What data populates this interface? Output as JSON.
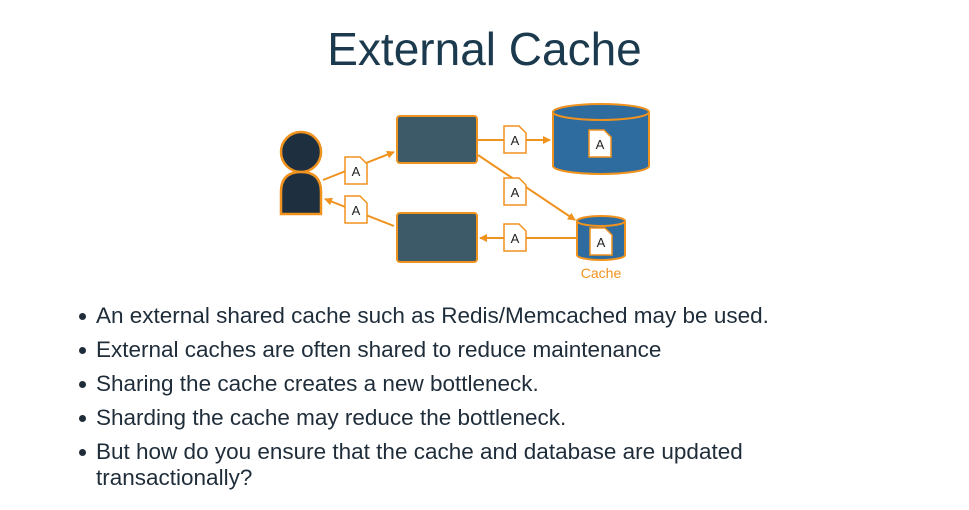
{
  "title": "External Cache",
  "diagram": {
    "doc_label": "A",
    "cache_label": "Cache",
    "colors": {
      "orange": "#f0921e",
      "server_fill": "#3d5a68",
      "db_fill": "#2e6b9f",
      "user_fill": "#1e3040",
      "doc_fill": "#ffffff"
    }
  },
  "bullets": [
    "An external shared cache such as Redis/Memcached may be used.",
    "External caches are often shared to reduce maintenance",
    "Sharing the cache creates a new bottleneck.",
    "Sharding the cache may reduce the bottleneck.",
    "But how do you ensure that the cache and database are updated transactionally?"
  ]
}
